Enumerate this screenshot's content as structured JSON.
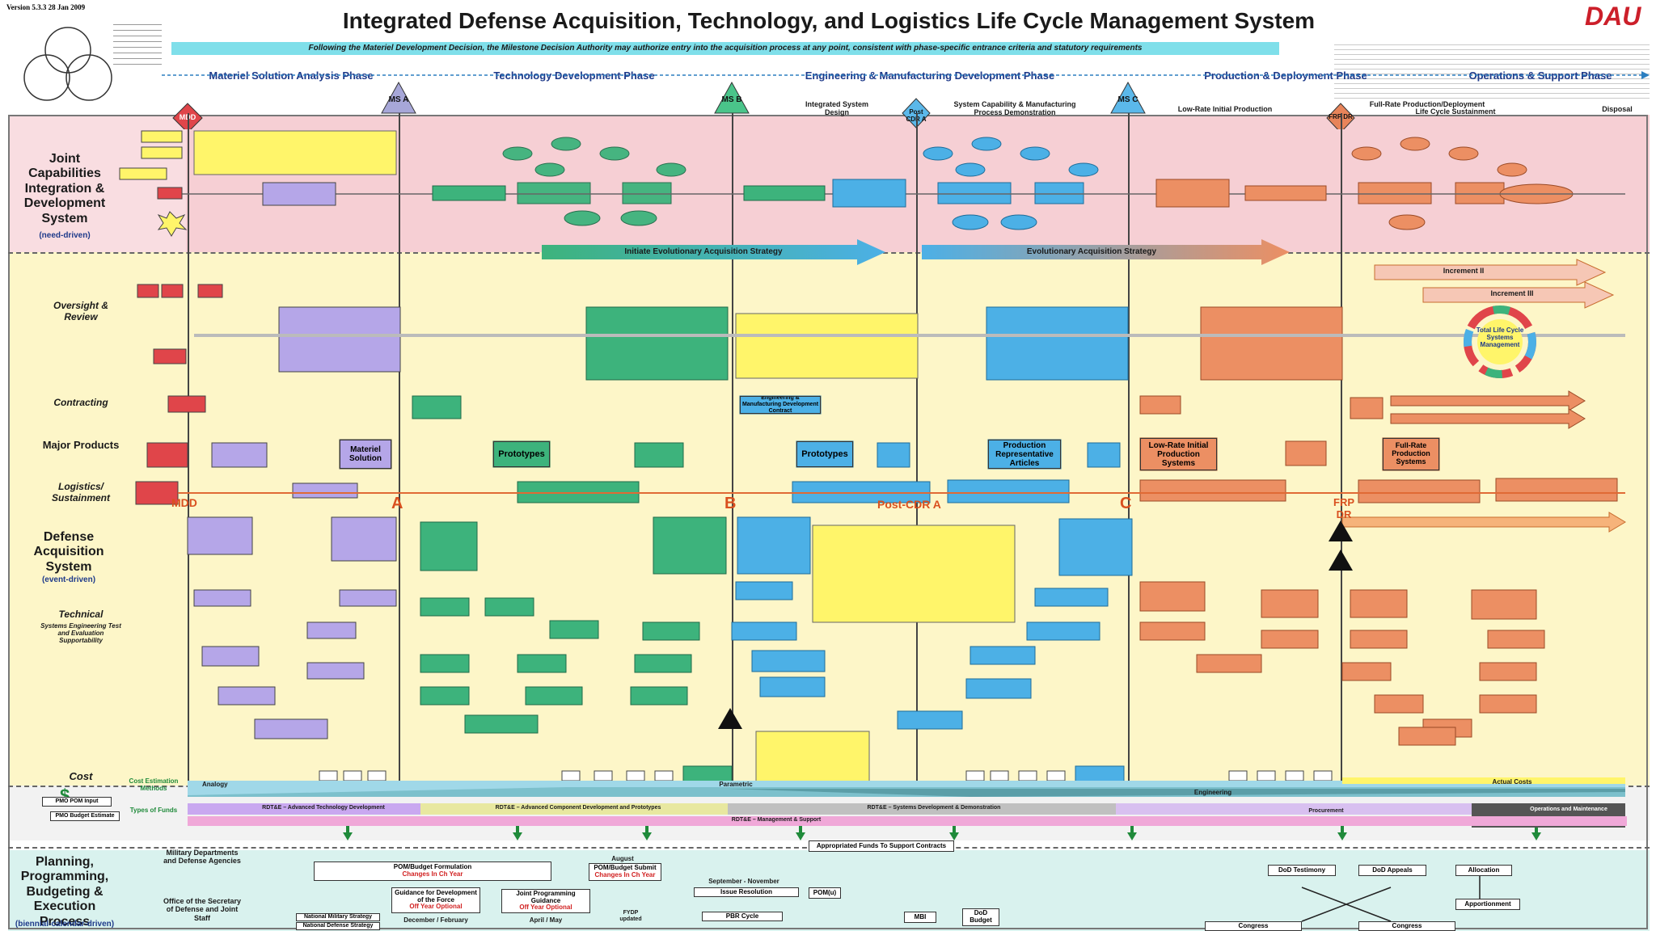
{
  "header": {
    "version": "Version 5.3.3  28 Jan 2009",
    "title": "Integrated Defense Acquisition, Technology, and Logistics Life Cycle Management System",
    "banner": "Following the Materiel Development Decision, the Milestone Decision Authority may authorize entry into the acquisition process at any point, consistent with phase-specific entrance criteria and statutory requirements",
    "logo": "DAU"
  },
  "phases": [
    "Materiel Solution Analysis Phase",
    "Technology Development Phase",
    "Engineering & Manufacturing Development Phase",
    "Production & Deployment Phase",
    "Operations & Support Phase"
  ],
  "milestones": {
    "mdd": "MDD",
    "ms_a": "MS A",
    "ms_b": "MS B",
    "post_cdr": "Post CDR A",
    "ms_c": "MS C",
    "frp_dr": "FRP DR"
  },
  "sub_phases": {
    "integrated_design": "Integrated System Design",
    "capability_demo": "System Capability & Manufacturing Process Demonstration",
    "lrip": "Low-Rate Initial Production",
    "frp": "Full-Rate Production/Deployment",
    "sustainment": "Life Cycle Sustainment",
    "disposal": "Disposal"
  },
  "left_labels": {
    "jcids": "Joint Capabilities Integration & Development System",
    "jcids_sub": "(need-driven)",
    "oversight": "Oversight & Review",
    "contracting": "Contracting",
    "major_products": "Major Products",
    "logistics": "Logistics/ Sustainment",
    "das": "Defense Acquisition System",
    "das_sub": "(event-driven)",
    "technical": "Technical",
    "technical_sub": "Systems Engineering Test and Evaluation Supportability",
    "cost": "Cost",
    "ppbe": "Planning, Programming, Budgeting & Execution Process",
    "ppbe_sub": "(biennial-calendar-driven)"
  },
  "strategy_arrows": {
    "initiate": "Initiate Evolutionary Acquisition Strategy",
    "evolutionary": "Evolutionary Acquisition Strategy"
  },
  "increments": {
    "ii": "Increment II",
    "iii": "Increment III"
  },
  "products": {
    "materiel_solution": "Materiel Solution",
    "prototypes_td": "Prototypes",
    "prototypes_emd": "Prototypes",
    "pra": "Production Representative Articles",
    "lrip_systems": "Low-Rate Initial Production Systems",
    "frp_systems": "Full-Rate Production Systems",
    "emd_contract": "Engineering & Manufacturing Development Contract",
    "life_cycle_wheel": "Total Life Cycle Systems Management"
  },
  "letters": {
    "mdd": "MDD",
    "a": "A",
    "b": "B",
    "post_cdr": "Post-CDR A",
    "c": "C",
    "frp": "FRP DR"
  },
  "cost": {
    "symbol": "$",
    "methods": "Cost Estimation Methods",
    "types": "Types of Funds",
    "analogy": "Analogy",
    "parametric": "Parametric",
    "engineering": "Engineering",
    "actual": "Actual Costs",
    "rdte_tech": "RDT&E – Advanced Technology Development",
    "rdte_comp": "RDT&E – Advanced Component Development and Prototypes",
    "rdte_sdd": "RDT&E – Systems Development & Demonstration",
    "procurement": "Procurement",
    "om": "Operations and Maintenance",
    "mgmt": "RDT&E – Management & Support",
    "pom_input": "PMO POM Input",
    "pmo_budget": "PMO Budget Estimate"
  },
  "ppbe": {
    "mil_depts": "Military Departments and Defense Agencies",
    "osd": "Office of the Secretary of Defense and Joint Staff",
    "appropriated": "Appropriated Funds To Support Contracts",
    "pom_formulation": "POM/Budget Formulation",
    "pom_changes": "Changes In Ch Year",
    "august": "August",
    "pom_submit": "POM/Budget Submit",
    "sept_nov": "September - November",
    "issue_resolution": "Issue Resolution",
    "pomu": "POM(u)",
    "guidance": "Guidance for Development of the Force",
    "off_year": "Off Year Optional",
    "dec_feb": "December / February",
    "jpg": "Joint Programming Guidance",
    "april_may": "April / May",
    "fydp": "FYDP updated",
    "pbr_cycle": "PBR Cycle",
    "nms": "National Military Strategy",
    "nds": "National Defense Strategy",
    "mbi": "MBI",
    "dod_budget": "DoD Budget",
    "testimony": "DoD Testimony",
    "appeals": "DoD Appeals",
    "allocation": "Allocation",
    "apportionment": "Apportionment",
    "congress": "Congress"
  },
  "colors": {
    "jcids_band": "#f6cfd4",
    "das_band": "#fdf6c8",
    "cost_band": "#f2f2f2",
    "ppbe_band": "#d9f2ee",
    "banner": "#7fdfea",
    "title": "#1a1a1a",
    "phase_text": "#1e3a8a",
    "green": "#1f8a5a",
    "blue": "#2f9de0",
    "orange": "#e8845a",
    "red_box": "#e0454a",
    "purple": "#b5a6e8",
    "yellow_box": "#fff56a",
    "accent_red": "#d9501f"
  }
}
